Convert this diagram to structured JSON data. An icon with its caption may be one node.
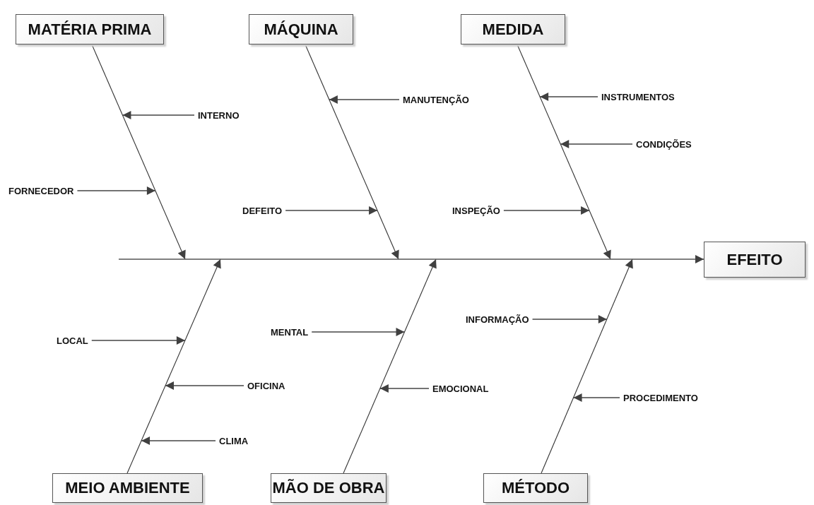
{
  "diagram": {
    "nodes": [
      {
        "text": [
          "MATÉRIA PRIMA"
        ]
      },
      {
        "text": [
          "MÁQUINA"
        ]
      },
      {
        "text": [
          "MEDIDA"
        ]
      },
      {
        "text": [
          "INTERNO"
        ]
      },
      {
        "text": [
          "MANUTENÇÃO"
        ]
      },
      {
        "text": [
          "INSTRUMENTOS"
        ]
      },
      {
        "text": [
          "CONDIÇÕES"
        ]
      },
      {
        "text": [
          "FORNECEDOR"
        ]
      },
      {
        "text": [
          "DEFEITO"
        ]
      },
      {
        "text": [
          "INSPEÇÃO"
        ]
      },
      {
        "text": [
          "EFEITO"
        ]
      },
      {
        "text": [
          "INFORMAÇÃO"
        ]
      },
      {
        "text": [
          "LOCAL"
        ]
      },
      {
        "text": [
          "MENTAL"
        ]
      },
      {
        "text": [
          "OFICINA"
        ]
      },
      {
        "text": [
          "EMOCIONAL"
        ]
      },
      {
        "text": [
          "PROCEDIMENTO"
        ]
      },
      {
        "text": [
          "CLIMA"
        ]
      },
      {
        "text": [
          "MEIO AMBIENTE"
        ]
      },
      {
        "text": [
          "MÃO DE OBRA"
        ]
      },
      {
        "text": [
          "MÉTODO"
        ]
      }
    ],
    "edges": [
      {
        "from": 0,
        "to": null,
        "arrow": "to"
      },
      {
        "from": 1,
        "to": null,
        "arrow": "to"
      },
      {
        "from": 2,
        "to": null,
        "arrow": "to"
      },
      {
        "from": 18,
        "to": null,
        "arrow": "to"
      },
      {
        "from": 19,
        "to": null,
        "arrow": "to"
      },
      {
        "from": 20,
        "to": null,
        "arrow": "to"
      },
      {
        "from": null,
        "to": 10,
        "arrow": "to"
      },
      {
        "from": 3,
        "to": null,
        "arrow": "to"
      },
      {
        "from": 4,
        "to": null,
        "arrow": "to"
      },
      {
        "from": 5,
        "to": null,
        "arrow": "to"
      },
      {
        "from": 6,
        "to": null,
        "arrow": "to"
      },
      {
        "from": 7,
        "to": null,
        "arrow": "to"
      },
      {
        "from": 8,
        "to": null,
        "arrow": "to"
      },
      {
        "from": 9,
        "to": null,
        "arrow": "to"
      },
      {
        "from": 11,
        "to": null,
        "arrow": "to"
      },
      {
        "from": 12,
        "to": null,
        "arrow": "to"
      },
      {
        "from": 13,
        "to": null,
        "arrow": "to"
      },
      {
        "from": 14,
        "to": null,
        "arrow": "to"
      },
      {
        "from": 15,
        "to": null,
        "arrow": "to"
      },
      {
        "from": 16,
        "to": null,
        "arrow": "to"
      },
      {
        "from": 17,
        "to": null,
        "arrow": "to"
      }
    ]
  }
}
